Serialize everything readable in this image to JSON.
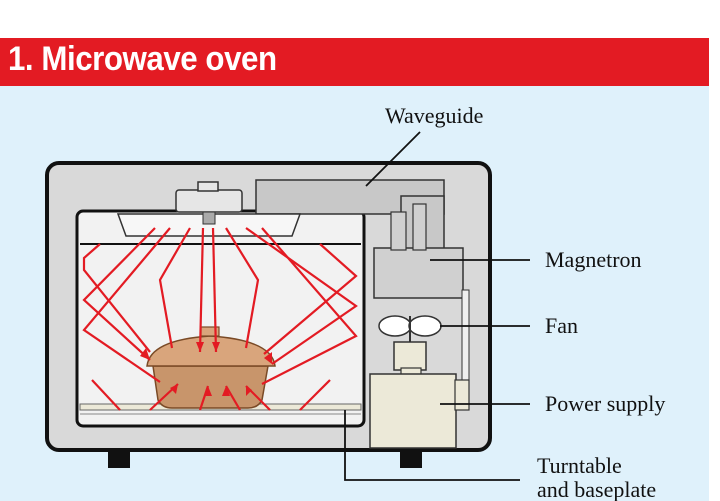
{
  "title": "1. Microwave oven",
  "labels": {
    "waveguide": "Waveguide",
    "magnetron": "Magnetron",
    "fan": "Fan",
    "power_supply": "Power supply",
    "turntable_line1": "Turntable",
    "turntable_line2": "and baseplate"
  },
  "colors": {
    "banner": "#e31b23",
    "background": "#dff1fb",
    "microwaves": "#e31b23",
    "food_dish": "#c8956b"
  }
}
